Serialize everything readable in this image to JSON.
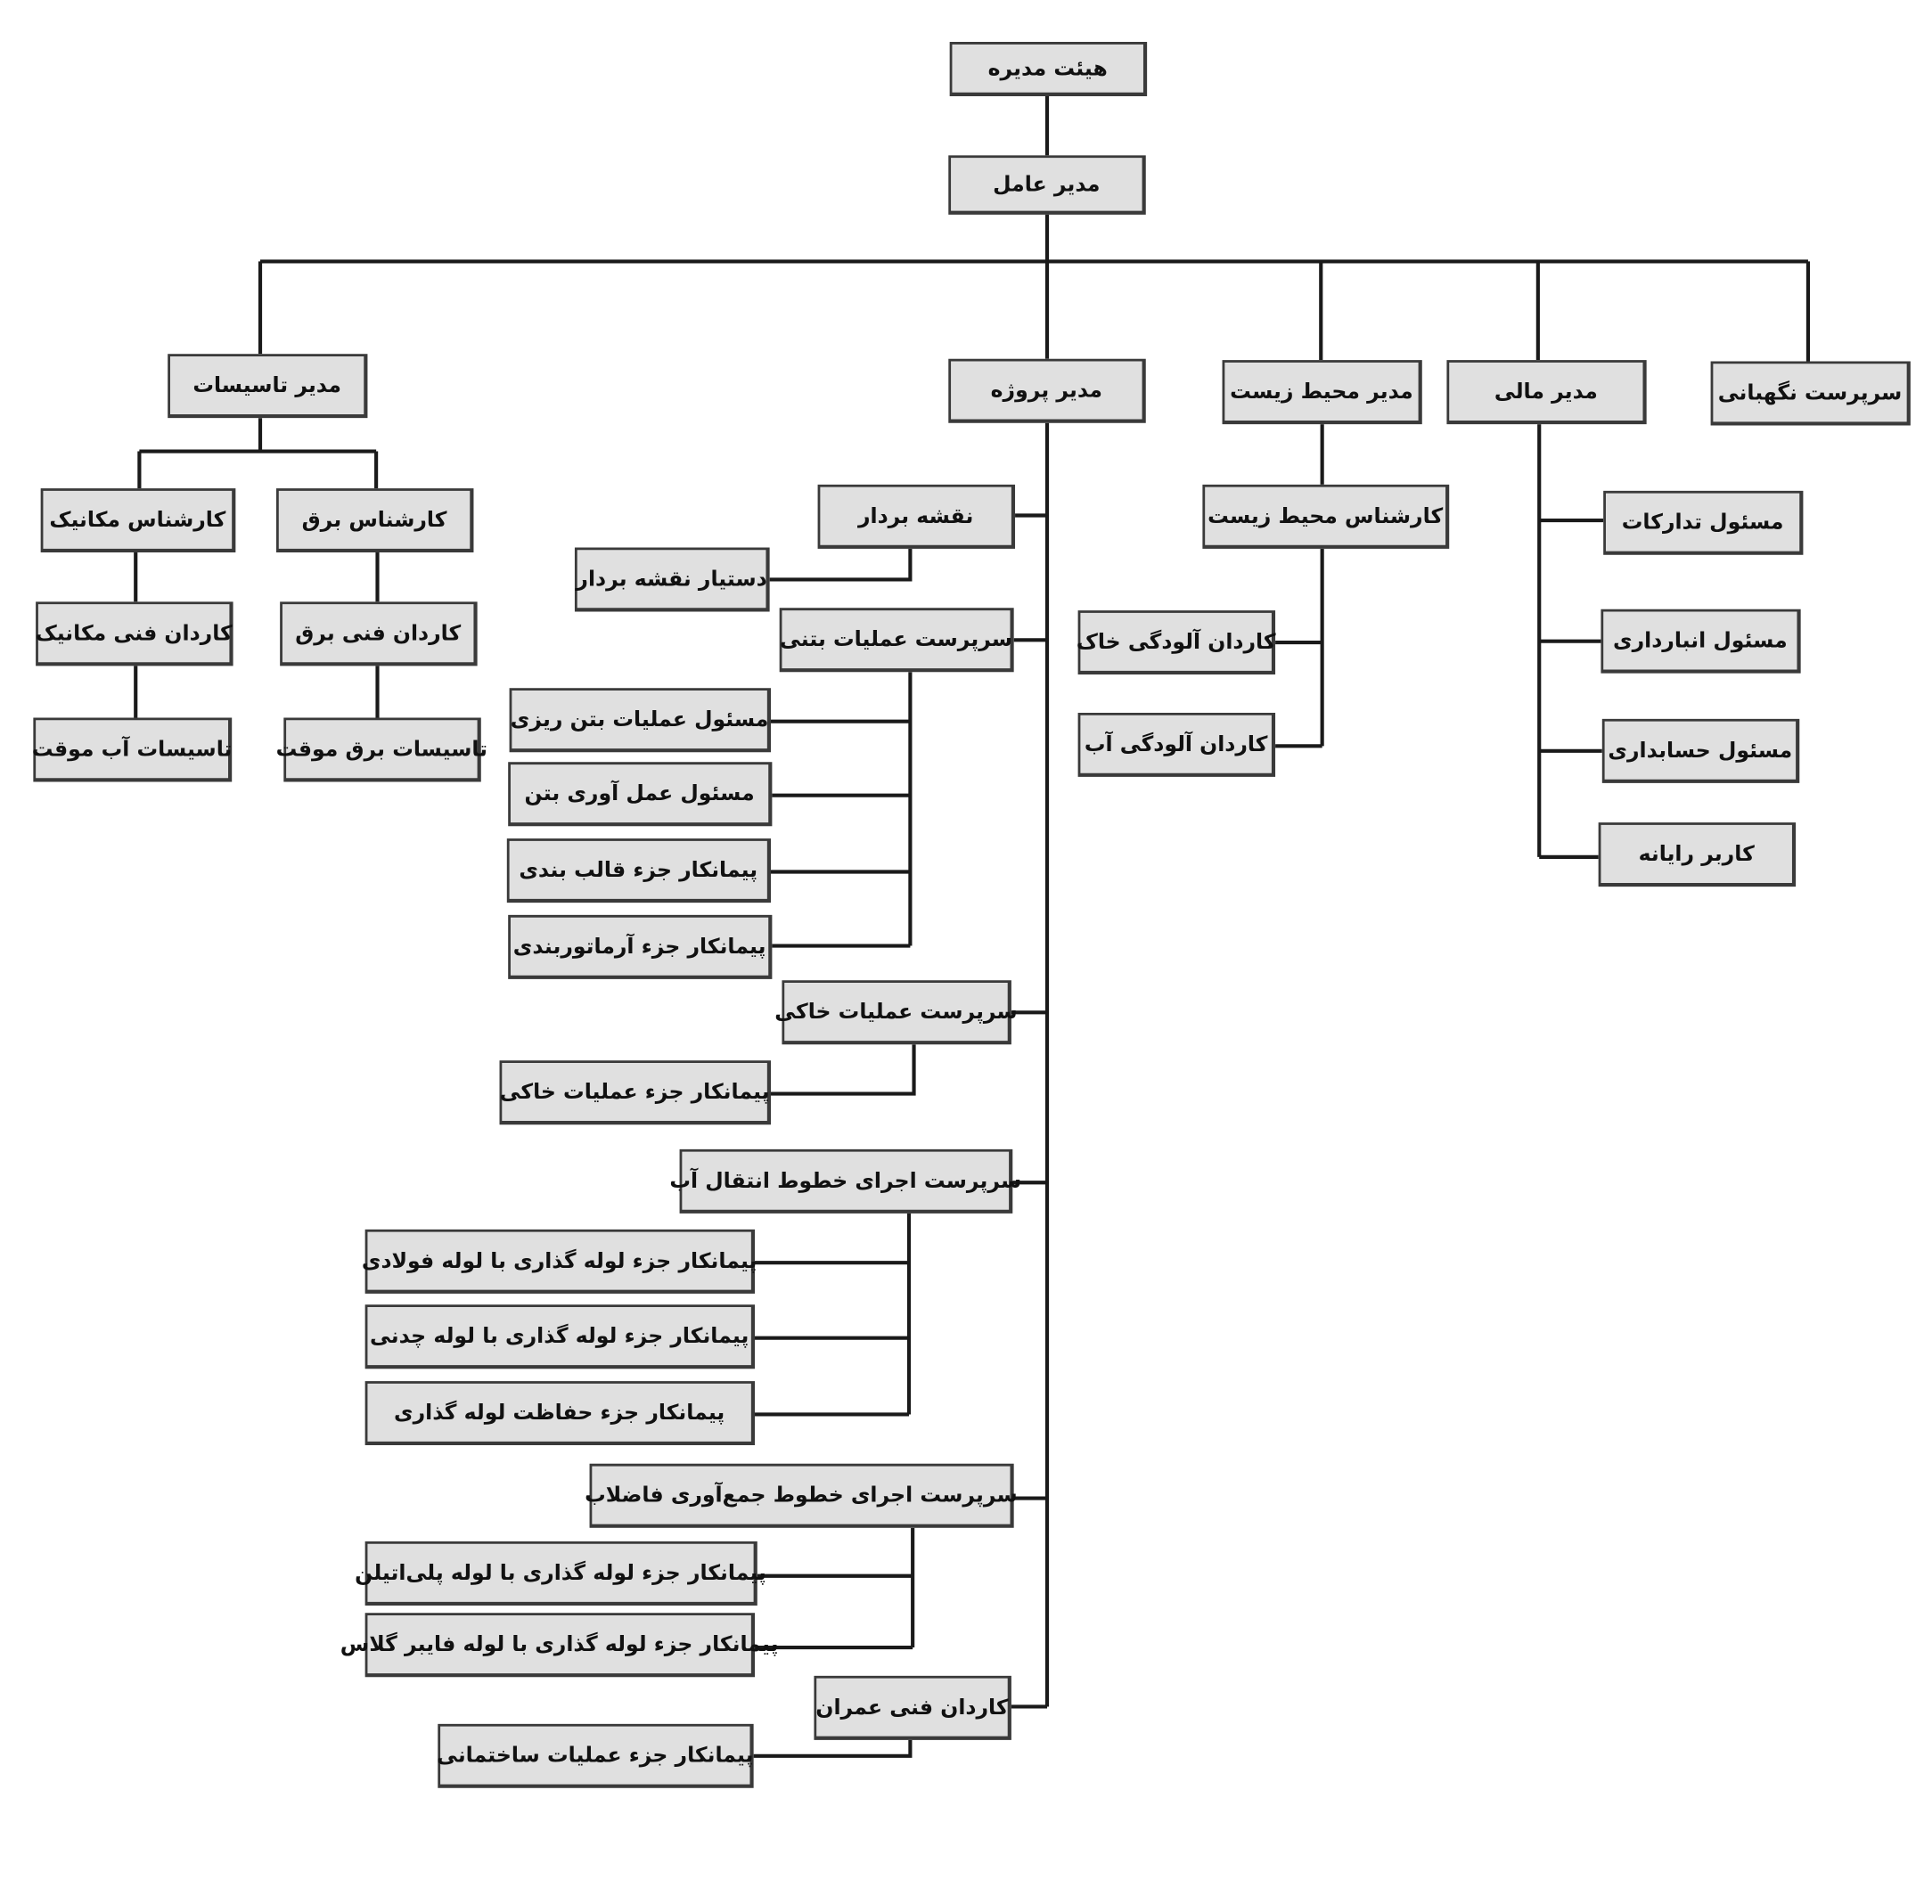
{
  "title": "Organizational chart",
  "nodes": {
    "board": "هیئت مدیره",
    "ceo": "مدیر عامل",
    "facilities_manager": "مدیر تاسیسات",
    "project_manager": "مدیر پروژه",
    "env_manager": "مدیر محیط زیست",
    "finance_manager": "مدیر مالی",
    "security_supervisor": "سرپرست نگهبانی",
    "mech_expert": "کارشناس مکانیک",
    "elec_expert": "کارشناس برق",
    "mech_technician": "کاردان فنی مکانیک",
    "elec_technician": "کاردان فنی برق",
    "temp_water": "تاسیسات آب موقت",
    "temp_power": "تاسیسات برق موقت",
    "surveyor": "نقشه بردار",
    "surveyor_assistant": "دستیار نقشه بردار",
    "concrete_supervisor": "سرپرست عملیات بتنی",
    "concrete_pouring": "مسئول عملیات بتن ریزی",
    "concrete_curing": "مسئول عمل آوری بتن",
    "formwork_contractor": "پیمانکار جزء قالب بندی",
    "rebar_contractor": "پیمانکار جزء آرماتوربندی",
    "earthwork_supervisor": "سرپرست عملیات خاکی",
    "earthwork_contractor": "پیمانکار جزء عملیات خاکی",
    "water_line_supervisor": "سرپرست اجرای خطوط انتقال آب",
    "steel_pipe_contractor": "پیمانکار جزء لوله گذاری  با لوله فولادی",
    "cast_iron_pipe_contractor": "پیمانکار جزء لوله گذاری  با لوله چدنی",
    "pipe_protection_contractor": "پیمانکار جزء حفاظت لوله گذاری",
    "sewer_line_supervisor": "سرپرست اجرای خطوط جمع‌آوری فاضلاب",
    "pe_pipe_contractor": "پیمانکار جزء لوله گذاری با لوله پلی‌اتیلن",
    "fiberglass_pipe_contractor": "پیمانکار جزء لوله گذاری با لوله فایبر گلاس",
    "civil_technician": "کاردان فنی عمران",
    "building_contractor": "پیمانکار جزء عملیات ساختمانی",
    "env_expert": "کارشناس محیط زیست",
    "soil_pollution_tech": "کاردان آلودگی خاک",
    "water_pollution_tech": "کاردان آلودگی آب",
    "procurement": "مسئول تدارکات",
    "warehouse": "مسئول انبارداری",
    "accounting": "مسئول حسابداری",
    "computer_operator": "کاربر رایانه"
  }
}
